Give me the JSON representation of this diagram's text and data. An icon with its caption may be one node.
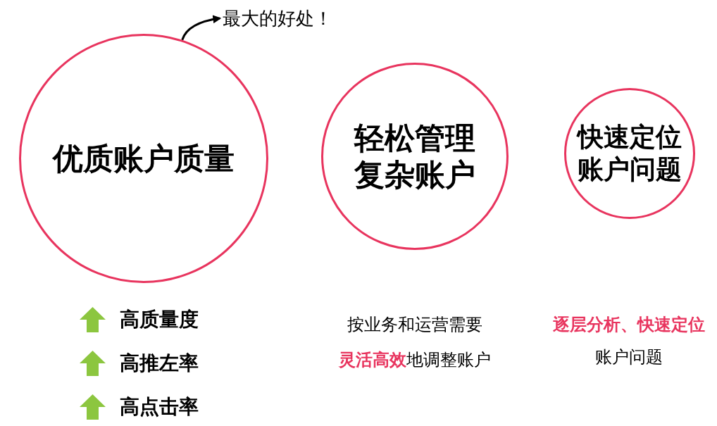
{
  "diagram": {
    "nodes": [
      {
        "text": [
          "优质账户质量"
        ],
        "beside": [
          "高质量度",
          "高推左率",
          "高点击率"
        ]
      },
      {
        "text": [
          "最大的好处！"
        ]
      },
      {
        "text": [
          "轻松管理复杂账户"
        ],
        "beside": [
          "按业务和运营需要",
          "**灵活高效**地调整账户"
        ]
      },
      {
        "text": [
          "快速定位账户问题"
        ],
        "beside": [
          "逐层分析、快速定位",
          "账户问题"
        ]
      }
    ],
    "edges": [
      {
        "from": 0,
        "to": 1,
        "arrow": "to"
      }
    ]
  }
}
